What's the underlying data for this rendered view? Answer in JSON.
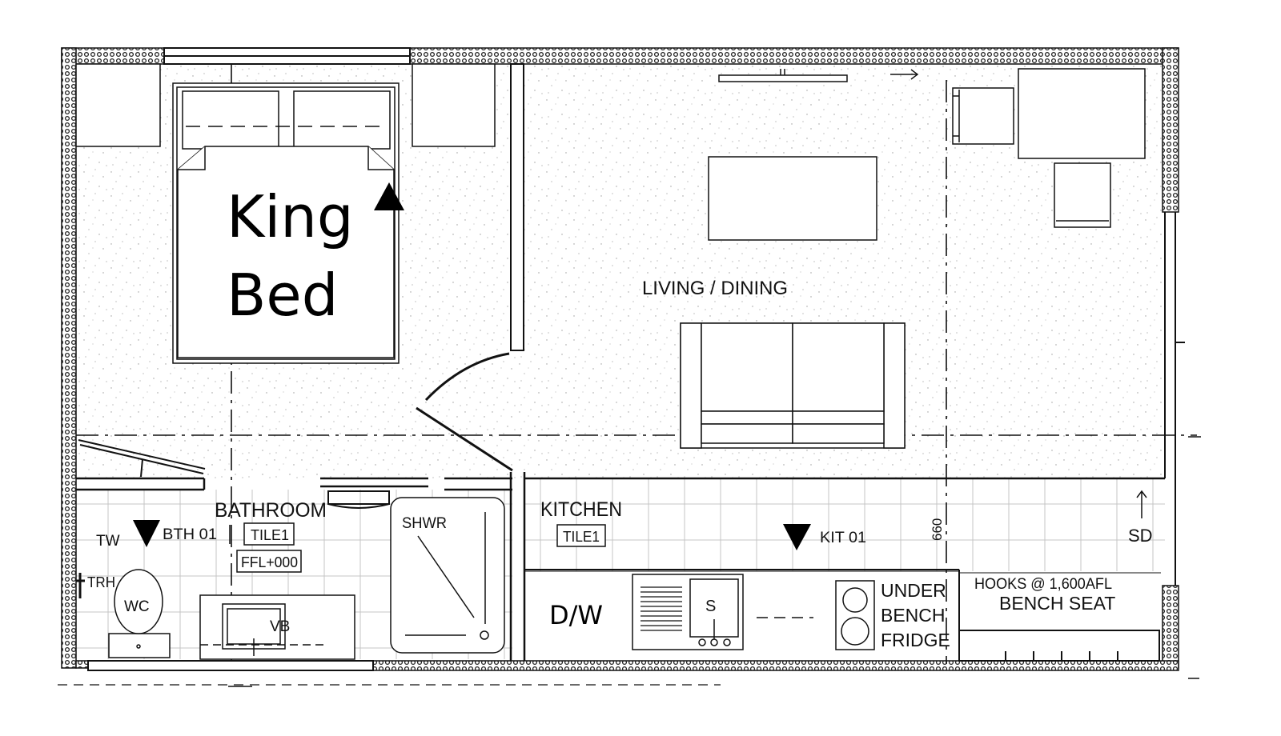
{
  "rooms": {
    "bed_line1": "King",
    "bed_line2": "Bed",
    "living": "LIVING / DINING",
    "bathroom": "BATHROOM",
    "kitchen": "KITCHEN"
  },
  "tags": {
    "bath_code": "BTH 01",
    "bath_tile": "TILE1",
    "bath_ffl": "FFL+000",
    "kit_code": "KIT 01",
    "kit_tile": "TILE1"
  },
  "fixtures": {
    "tw": "TW",
    "trh": "TRH",
    "wc": "WC",
    "vb": "VB",
    "shower": "SHWR",
    "dw": "D/W",
    "sink": "S",
    "fridge_1": "UNDER",
    "fridge_2": "BENCH",
    "fridge_3": "FRIDGE",
    "hooks": "HOOKS @ 1,600AFL",
    "bench_seat": "BENCH SEAT",
    "sd": "SD",
    "dimension": "660"
  },
  "colors": {
    "ink": "#111111",
    "hatch": "#222222",
    "tile_grid": "#c4c4c4",
    "speckle": "#9a9a9a"
  }
}
